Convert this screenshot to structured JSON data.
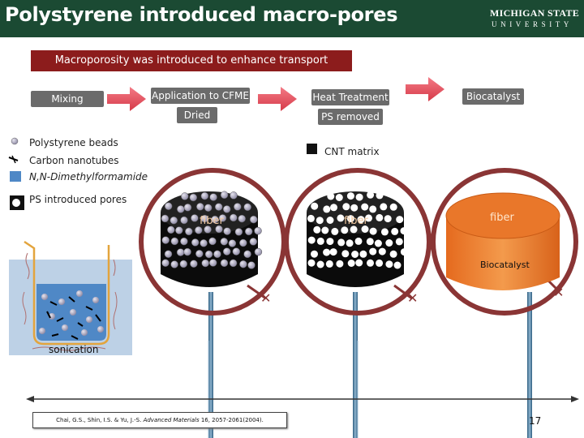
{
  "header": {
    "title": "Polystyrene introduced macro-pores",
    "logo_line1": "MICHIGAN STATE",
    "logo_line2": "UNIVERSITY"
  },
  "subtitle": "Macroporosity was introduced to enhance transport",
  "process": {
    "mixing": "Mixing",
    "application": "Application to CFME",
    "dried": "Dried",
    "heat": "Heat Treatment",
    "ps_removed": "PS removed",
    "biocatalyst": "Biocatalyst"
  },
  "legend": {
    "ps_beads": "Polystyrene beads",
    "cnt": "Carbon nanotubes",
    "dmf": "N,N-Dimethylformamide",
    "ps_pores": "PS introduced pores",
    "cnt_matrix": "CNT matrix"
  },
  "beaker": {
    "label": "sonication"
  },
  "stages": {
    "fiber1": "fiber",
    "fiber2": "fiber",
    "fiber3": "fiber",
    "biocatalyst_label": "Biocatalyst"
  },
  "reference": {
    "prefix": "Chai, G.S., Shin, I.S. & Yu, J.-S.",
    "journal": "Advanced Materials",
    "suffix": "16, 2057-2061(2004)."
  },
  "page_number": "17",
  "colors": {
    "header_bg": "#1b4a33",
    "subtitle_bg": "#8c1c1c",
    "arrow": "#e84a58",
    "lens_ring": "#8a3535",
    "biocatalyst_fill": "#e8762a",
    "electrode": "#4a7aa0"
  }
}
